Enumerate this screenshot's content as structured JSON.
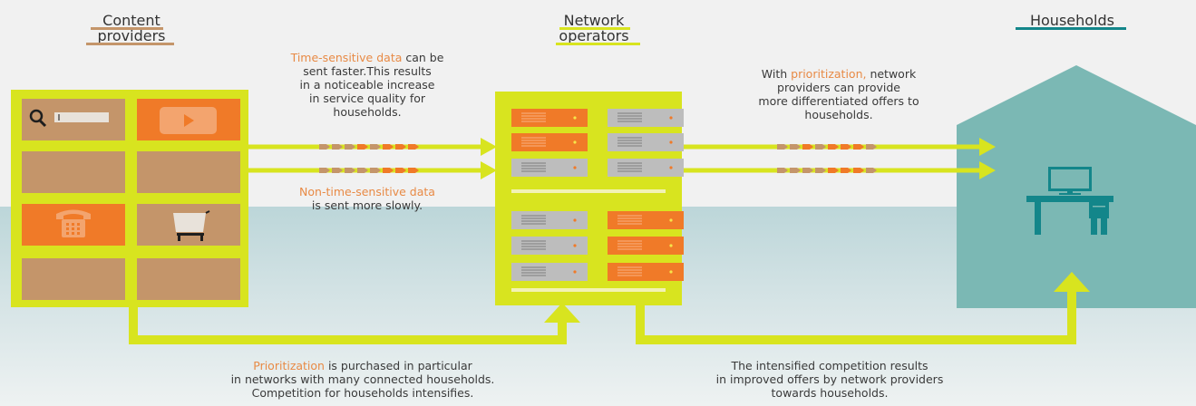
{
  "columns": {
    "content_providers": {
      "line1": "Content",
      "line2": "providers"
    },
    "network_operators": {
      "line1": "Network",
      "line2": "operators"
    },
    "households": {
      "line1": "Households"
    }
  },
  "notes": {
    "time_sensitive": {
      "highlight": "Time-sensitive data",
      "rest1": " can be",
      "line2": "sent faster.This results",
      "line3": "in a noticeable increase",
      "line4": "in service quality for",
      "line5": "households."
    },
    "non_time_sensitive": {
      "highlight": "Non-time-sensitive data",
      "line2": "is sent more slowly."
    },
    "prioritization_offers": {
      "pre": "With ",
      "highlight": "prioritization,",
      "rest1": " network",
      "line2": "providers can provide",
      "line3": "more differentiated offers to",
      "line4": "households."
    },
    "prioritization_purchase": {
      "highlight": "Prioritization",
      "rest1": " is purchased in particular",
      "line2": "in networks with many connected households.",
      "line3": "Competition for households intensifies."
    },
    "competition": {
      "line1": "The intensified competition results",
      "line2": "in improved offers by network providers",
      "line3": "towards households."
    }
  },
  "colors": {
    "yellow": "#d8e41f",
    "orange": "#f07a28",
    "tan": "#c4956a",
    "gray": "#bdbdbd",
    "teal": "#7bb8b4",
    "teal_dark": "#13868a",
    "highlight_text": "#e88a45"
  },
  "icons": [
    "search-icon",
    "video-play-icon",
    "telephone-icon",
    "shopping-cart-icon",
    "computer-monitor-icon",
    "desk-icon"
  ]
}
